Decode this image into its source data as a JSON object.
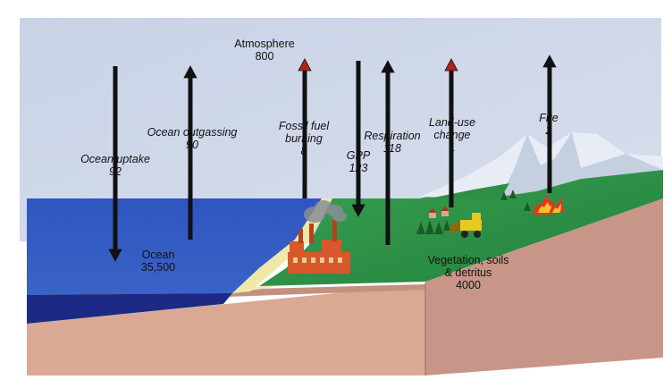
{
  "atmosphere": {
    "name": "Atmosphere",
    "value": "800"
  },
  "ocean": {
    "name": "Ocean",
    "value": "35,500"
  },
  "land": {
    "name_line1": "Vegetation, soils",
    "name_line2": "& detritus",
    "value": "4000"
  },
  "fluxes": [
    {
      "name": "Ocean uptake",
      "value": "92",
      "direction": "down",
      "color": "#111111"
    },
    {
      "name": "Ocean outgassing",
      "value": "90",
      "direction": "up",
      "color": "#111111"
    },
    {
      "name_line1": "Fossil fuel",
      "name_line2": "burning",
      "value": "8",
      "direction": "up",
      "color": "#b3231b"
    },
    {
      "name": "GPP",
      "value": "123",
      "direction": "down",
      "color": "#111111"
    },
    {
      "name": "Respiration",
      "value": "118",
      "direction": "up",
      "color": "#111111"
    },
    {
      "name_line1": "Land-use",
      "name_line2": "change",
      "value": "1",
      "direction": "up",
      "color": "#b3231b"
    },
    {
      "name": "Fire",
      "value": "2",
      "direction": "up",
      "color": "#111111"
    }
  ],
  "colors": {
    "sky": "#c8d2e4",
    "ocean": "#3457b8",
    "ocean_deep": "#1c2a86",
    "land_green": "#2f9a4a",
    "soil": "#d8a890",
    "soil_side": "#c8968a",
    "mountain": "#e9eef6",
    "fossil_arrow": "#b3231b",
    "flux_arrow": "#111111"
  }
}
